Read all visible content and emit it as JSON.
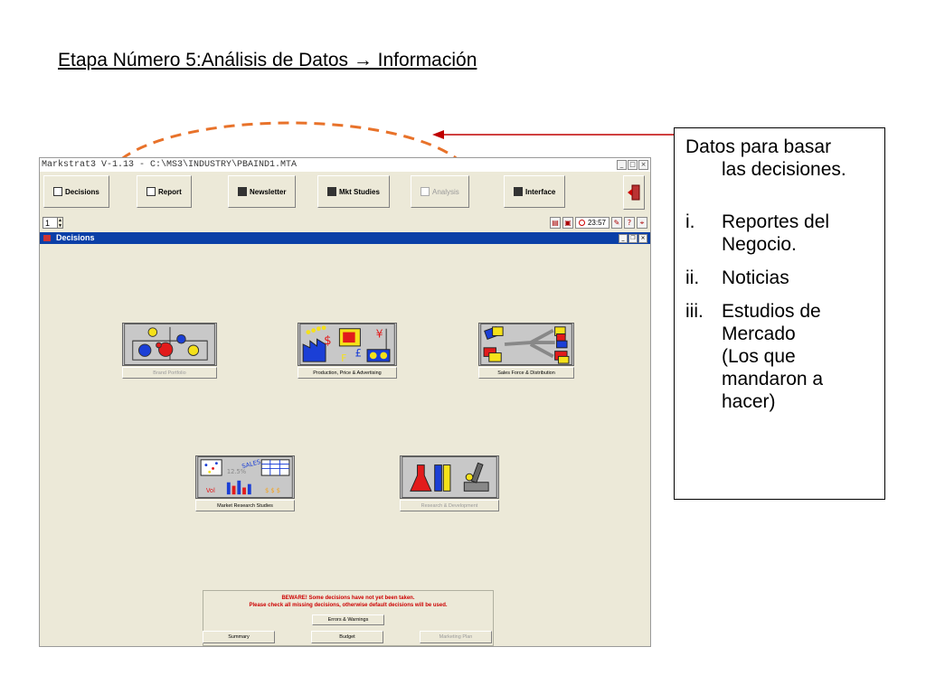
{
  "slide": {
    "title": "Etapa Número 5:Análisis de Datos → Información",
    "info_box": {
      "lead_line1": "Datos para basar",
      "lead_line2": "las decisiones.",
      "items": [
        {
          "num": "i.",
          "line1": "Reportes del",
          "line2": "Negocio."
        },
        {
          "num": "ii.",
          "line1": "Noticias"
        },
        {
          "num": "iii.",
          "line1": "Estudios de",
          "line2": "Mercado",
          "line3": "(Los que",
          "line4": "mandaron a",
          "line5": "hacer)"
        }
      ]
    },
    "colors": {
      "arrow": "#c00000",
      "ellipse": "#e8722a"
    }
  },
  "app": {
    "title": "Markstrat3 V-1.13 - C:\\MS3\\INDUSTRY\\PBAIND1.MTA",
    "window_controls": [
      "_",
      "□",
      "×"
    ],
    "toolbar": [
      {
        "label": "Decisions",
        "enabled": true
      },
      {
        "label": "Report",
        "enabled": true
      },
      {
        "label": "Newsletter",
        "enabled": true
      },
      {
        "label": "Mkt Studies",
        "enabled": true
      },
      {
        "label": "Analysis",
        "enabled": false
      },
      {
        "label": "Interface",
        "enabled": true
      }
    ],
    "period": "1",
    "clock": "23:57",
    "status_glyphs": [
      "?",
      "⌖"
    ],
    "child_window": {
      "title": "Decisions",
      "controls": [
        "_",
        " ",
        "×"
      ]
    },
    "tiles": [
      {
        "caption": "Brand Portfolio",
        "enabled": false
      },
      {
        "caption": "Production, Price & Advertising",
        "enabled": true
      },
      {
        "caption": "Sales Force & Distribution",
        "enabled": true
      },
      {
        "caption": "Market Research Studies",
        "enabled": true
      },
      {
        "caption": "Research & Development",
        "enabled": false
      }
    ],
    "tile_glyphs": {
      "dollar": "$",
      "yen": "¥",
      "pound": "£",
      "franc": "F",
      "percent": "12.5%",
      "sales": "SALES",
      "vol": "Vol"
    },
    "warning": {
      "line1": "BEWARE! Some decisions have not yet been taken.",
      "line2": "Please check all missing decisions, otherwise default decisions will be used."
    },
    "errors_button": "Errors & Warnings",
    "bottom_buttons": [
      {
        "label": "Summary",
        "enabled": true
      },
      {
        "label": "Budget",
        "enabled": true
      },
      {
        "label": "Marketing Plan",
        "enabled": false
      }
    ]
  }
}
